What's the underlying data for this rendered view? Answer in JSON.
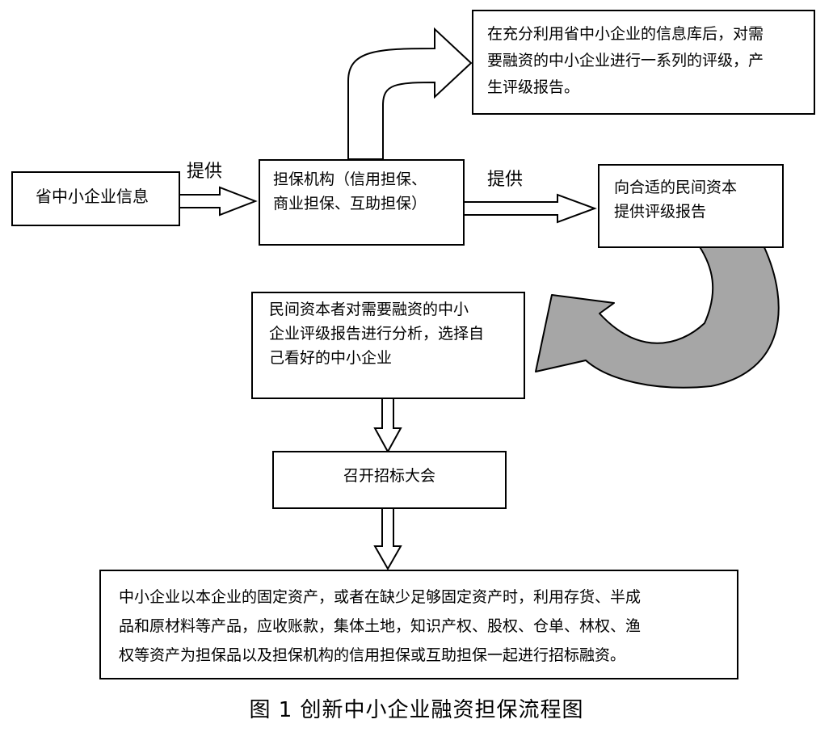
{
  "nodes": {
    "provincial_info": {
      "text": "省中小企业信息"
    },
    "guarantee_agency": {
      "lines": [
        "担保机构（信用担保、",
        "商业担保、互助担保）"
      ]
    },
    "rating_note": {
      "lines": [
        "在充分利用省中小企业的信息库后，对需",
        "要融资的中小企业进行一系列的评级，产",
        "生评级报告。"
      ]
    },
    "provide_report": {
      "lines": [
        "向合适的民间资本",
        "提供评级报告"
      ]
    },
    "private_capital": {
      "lines": [
        "民间资本者对需要融资的中小",
        "企业评级报告进行分析，选择自",
        "己看好的中小企业"
      ]
    },
    "bidding": {
      "text": "召开招标大会"
    },
    "collateral": {
      "lines": [
        "中小企业以本企业的固定资产，或者在缺少足够固定资产时，利用存货、半成",
        "品和原材料等产品，应收账款，集体土地，知识产权、股权、仓单、林权、渔",
        "权等资产为担保品以及担保机构的信用担保或互助担保一起进行招标融资。"
      ]
    }
  },
  "edge_labels": {
    "provide_1": "提供",
    "provide_2": "提供"
  },
  "caption": "图 1  创新中小企业融资担保流程图",
  "colors": {
    "stroke": "#000000",
    "curved_arrow_fill": "#a6a6a6",
    "background": "#ffffff"
  }
}
